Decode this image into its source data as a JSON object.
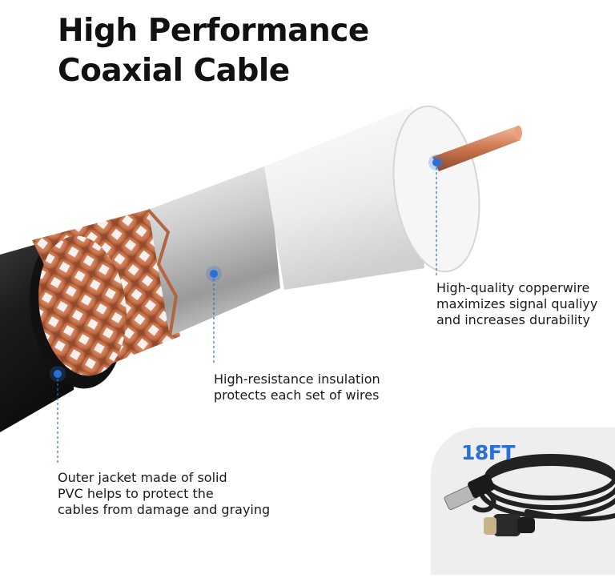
{
  "title": {
    "line1": "High Performance",
    "line2": "Coaxial Cable"
  },
  "callouts": {
    "copper": {
      "line1": "High-quality copperwire",
      "line2": "maximizes signal qualiyy",
      "line3": "and increases durability"
    },
    "insulation": {
      "line1": "High-resistance insulation",
      "line2": "protects each set of wires"
    },
    "jacket": {
      "line1": "Outer jacket made of solid",
      "line2": "PVC helps to protect the",
      "line3": "cables from damage and graying"
    }
  },
  "badge": {
    "length_label": "18FT"
  },
  "colors": {
    "marker_blue": "#2a6fd8",
    "copper": "#c87a55",
    "jacket": "#1a1a1a"
  }
}
